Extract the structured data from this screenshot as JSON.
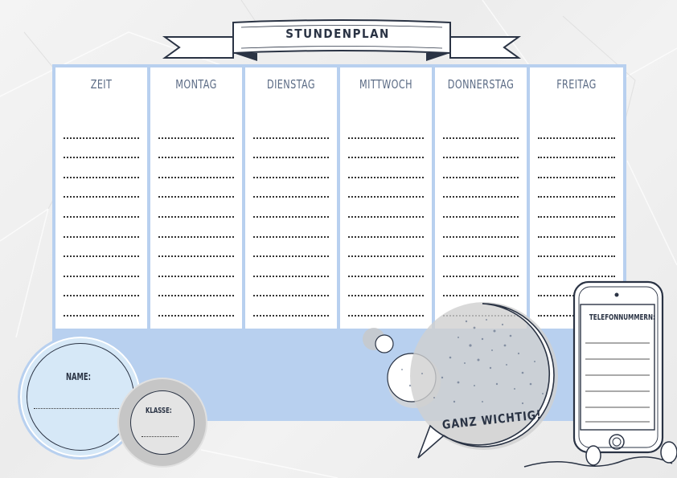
{
  "title": "STUNDENPLAN",
  "columns": [
    {
      "label": "ZEIT"
    },
    {
      "label": "MONTAG"
    },
    {
      "label": "DIENSTAG"
    },
    {
      "label": "MITTWOCH"
    },
    {
      "label": "DONNERSTAG"
    },
    {
      "label": "FREITAG"
    }
  ],
  "labels": {
    "name": "NAME:",
    "klasse": "KLASSE:",
    "telefonnummern": "TELEFONNUMMERN:",
    "ganz_wichtig": "GANZ WICHTIG!"
  },
  "colors": {
    "board": "#b8d0ef",
    "ink": "#2a3344",
    "name_circle": "#d6e8f7",
    "klasse_circle": "#c6c6c6"
  }
}
